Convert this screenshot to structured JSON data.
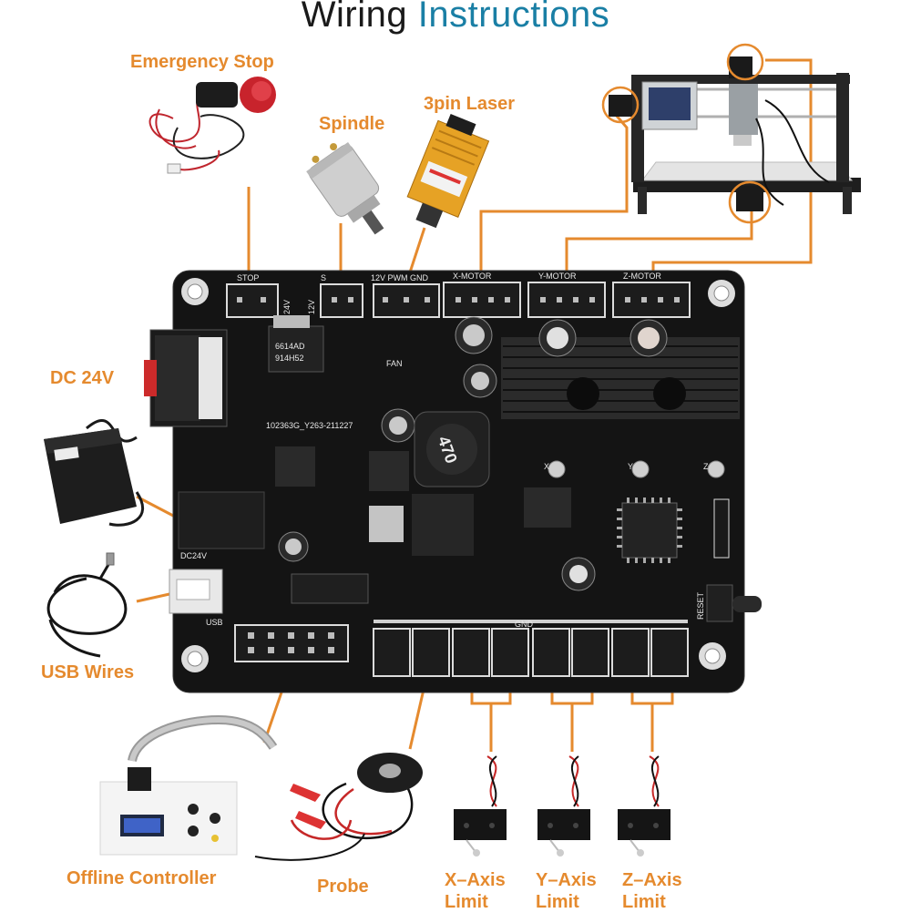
{
  "title": {
    "part1": "Wiring",
    "part2": "Instructions"
  },
  "colors": {
    "accent": "#e58a2e",
    "title_dark": "#1a1a1a",
    "title_blue": "#1a7fa5",
    "board": "#141414"
  },
  "labels": {
    "emergency_stop": "Emergency Stop",
    "spindle": "Spindle",
    "laser": "3pin Laser",
    "dc24v": "DC 24V",
    "usb_wires": "USB Wires",
    "offline_controller": "Offline Controller",
    "probe": "Probe",
    "x_limit": [
      "X–Axis",
      "Limit"
    ],
    "y_limit": [
      "Y–Axis",
      "Limit"
    ],
    "z_limit": [
      "Z–Axis",
      "Limit"
    ]
  },
  "silkscreen": {
    "stop": "STOP",
    "spindle": "S",
    "laser_pins": "12V PWM GND",
    "x_motor": "X-MOTOR",
    "y_motor": "Y-MOTOR",
    "z_motor": "Z-MOTOR",
    "v24": "24V",
    "v12": "12V",
    "fan": "FAN",
    "board_id": "102363G_Y263-211227",
    "dc24v": "DC24V",
    "usb": "USB",
    "gnd": "GND",
    "reset": "RESET",
    "inductor": "470",
    "chip_mark_1": "6614AD",
    "chip_mark_2": "914H52",
    "pot_x": "X",
    "pot_y": "Y",
    "pot_z": "Z"
  }
}
